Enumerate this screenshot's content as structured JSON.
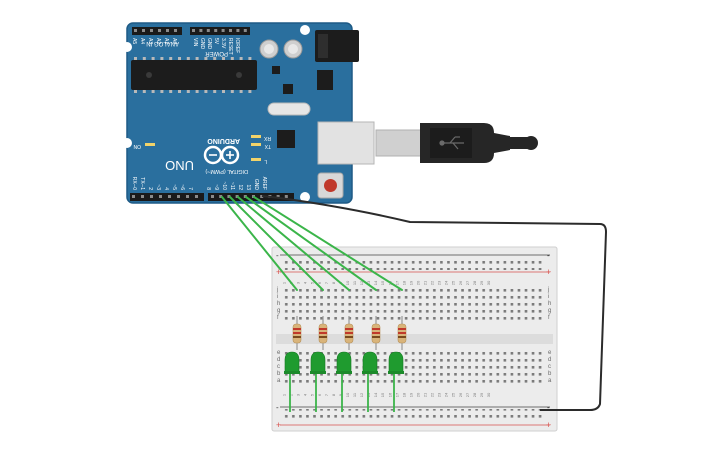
{
  "arduino": {
    "brand": "ARDUINO",
    "model": "UNO",
    "section_analog": "ANALOG IN",
    "section_power": "POWER",
    "section_digital": "DIGITAL (PWM~)",
    "label_on": "ON",
    "label_tx": "TX",
    "label_rx": "RX",
    "label_l": "L",
    "analog_pins": [
      "A5",
      "A4",
      "A3",
      "A2",
      "A1",
      "A0"
    ],
    "power_pins": [
      "VIN",
      "GND",
      "GND",
      "5V",
      "3.3V",
      "RESET",
      "IOREF"
    ],
    "digital_pins": [
      "RX─0",
      "TX─1",
      "2",
      "~3",
      "4",
      "~5",
      "~6",
      "7",
      "8",
      "~9",
      "~10",
      "~11",
      "12",
      "13",
      "GND",
      "AREF"
    ]
  },
  "breadboard": {
    "row_letters_top": [
      "j",
      "i",
      "h",
      "g",
      "f"
    ],
    "row_letters_bottom": [
      "e",
      "d",
      "c",
      "b",
      "a"
    ],
    "column_numbers": [
      "1",
      "2",
      "3",
      "4",
      "5",
      "6",
      "7",
      "8",
      "9",
      "10",
      "11",
      "12",
      "13",
      "14",
      "15",
      "16",
      "17",
      "18",
      "19",
      "20",
      "21",
      "22",
      "23",
      "24",
      "25",
      "26",
      "27",
      "28",
      "29",
      "30"
    ],
    "rail_plus": "+",
    "rail_minus": "-"
  },
  "colors": {
    "board": "#2a6f9e",
    "board_edge": "#1e5a85",
    "wire_green": "#3bb54a",
    "wire_black": "#2b2b2b",
    "led": "#1f9b2f",
    "resistor": "#d9b47a",
    "rail_red": "#d9534f",
    "breadboard": "#ececec"
  },
  "components": {
    "led_count": 5,
    "resistor_count": 5
  }
}
